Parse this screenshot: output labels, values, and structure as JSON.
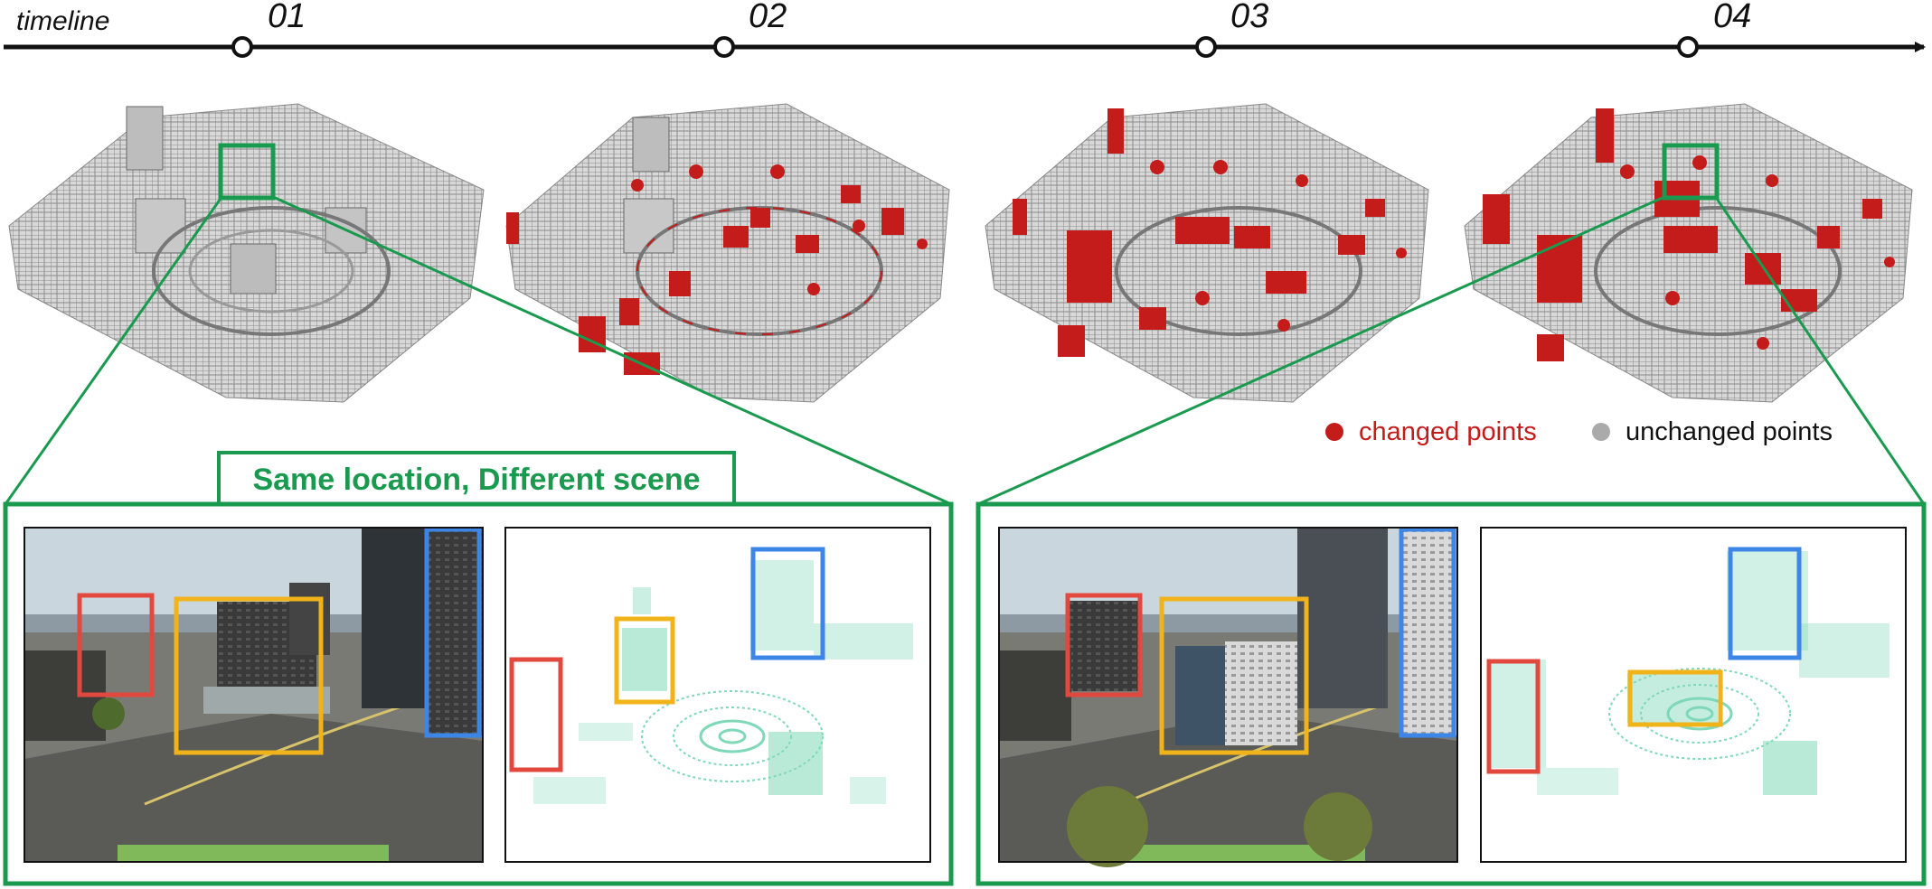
{
  "timeline": {
    "label": "timeline",
    "steps": [
      "01",
      "02",
      "03",
      "04"
    ]
  },
  "legend": {
    "changed": "changed points",
    "unchanged": "unchanged points"
  },
  "callout": {
    "title": "Same location, Different scene"
  },
  "colors": {
    "green": "#1a9a4f",
    "changed": "#c41b1b",
    "unchanged": "#aaaaaa",
    "red_box": "#e2483d",
    "yellow_box": "#f0b31a",
    "blue_box": "#3d86e8",
    "lidar": "#7fd8b8"
  }
}
